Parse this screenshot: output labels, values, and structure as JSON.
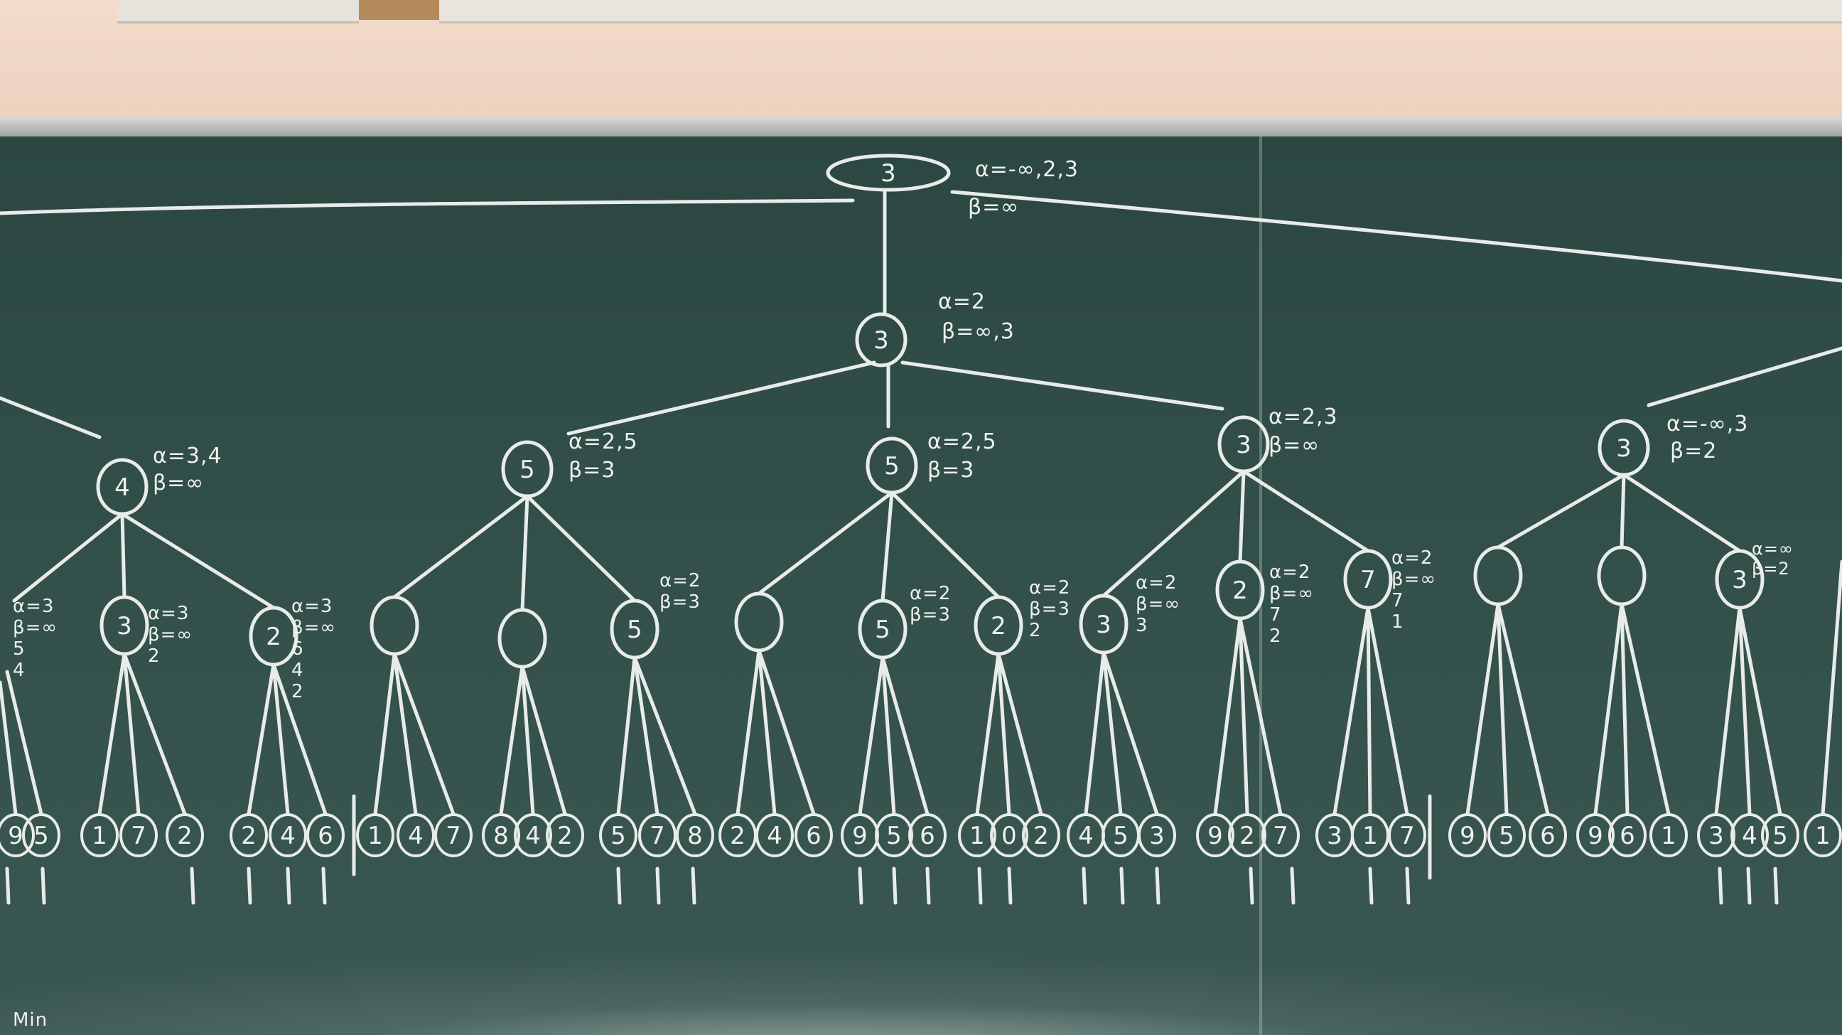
{
  "annotations": {
    "root_alpha": "α=-∞,2,3",
    "root_beta": "β=∞",
    "min_alpha": "α=2",
    "min_beta": "β=∞,3",
    "n1_alpha": "α=3,4",
    "n1_beta": "β=∞",
    "n2_alpha": "α=2,5",
    "n2_beta": "β=3",
    "n3_alpha": "α=2,5",
    "n3_beta": "β=3",
    "n4_alpha": "α=2,3",
    "n4_beta": "β=∞",
    "n5_alpha": "α=-∞,3",
    "n5_beta": "β=2",
    "l_a": "α=3\nβ=∞\n5\n4",
    "l_b": "α=3\nβ=∞\n2",
    "l_c": "α=3\nβ=∞\n6\n4\n2",
    "l_d": "α=2\nβ=3",
    "l_e": "α=2\nβ=3",
    "l_f": "α=2\nβ=3\n2",
    "l_g": "α=2\nβ=∞\n3",
    "l_h": "α=2\nβ=∞\n7\n2",
    "l_i": "α=2\nβ=∞\n7\n1",
    "l_j": "α=∞\nβ=2",
    "bottom_left": "Min"
  },
  "node_values": {
    "n1": "4",
    "n2": "5",
    "n3": "5",
    "n4": "3",
    "n5": "3",
    "root": "3",
    "min": "3",
    "g1": "3",
    "g2": "2",
    "g4": "5",
    "g6": "5",
    "g7": "2",
    "g8": "3",
    "g9": "2",
    "g10": "7",
    "g13": "3"
  },
  "leaves": [
    "9",
    "5",
    "1",
    "7",
    "2",
    "2",
    "4",
    "6",
    "1",
    "4",
    "7",
    "8",
    "4",
    "2",
    "5",
    "7",
    "8",
    "2",
    "4",
    "6",
    "9",
    "5",
    "6",
    "1",
    "0",
    "2",
    "4",
    "5",
    "3",
    "9",
    "2",
    "7",
    "3",
    "1",
    "7",
    "9",
    "5",
    "6",
    "9",
    "6",
    "1",
    "3",
    "4",
    "5",
    "1"
  ]
}
